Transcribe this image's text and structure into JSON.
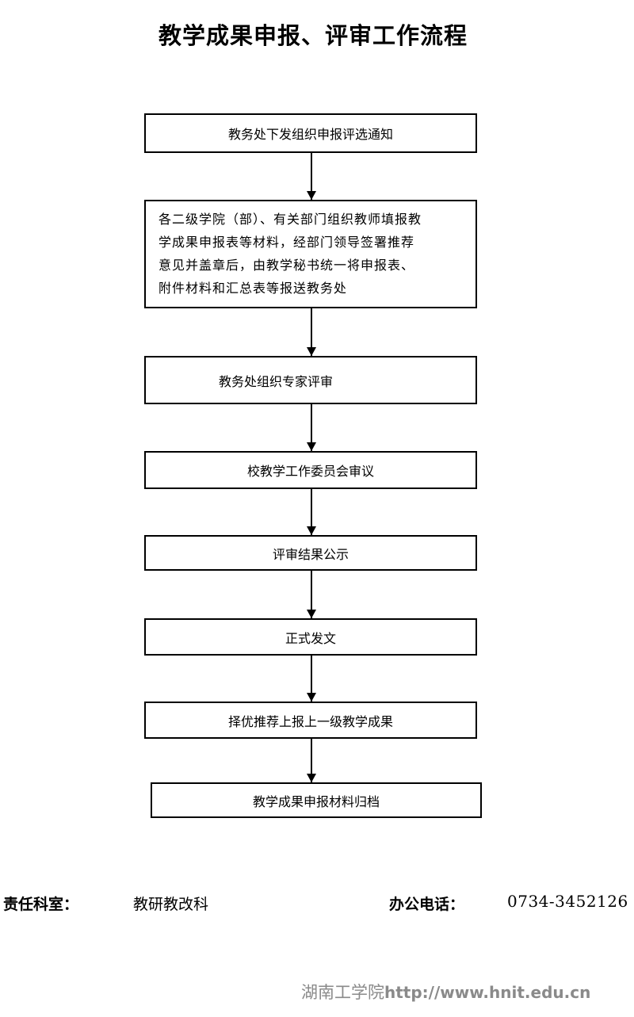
{
  "title": "教学成果申报、评审工作流程",
  "steps": [
    {
      "text": "教务处下发组织申报评选通知"
    },
    {
      "lines": [
        "各二级学院（部）、有关部门组织教师填报教",
        "学成果申报表等材料，经部门领导签署推荐",
        "意见并盖章后，由教学秘书统一将申报表、",
        "附件材料和汇总表等报送教务处"
      ]
    },
    {
      "text": "教务处组织专家评审"
    },
    {
      "text": "校教学工作委员会审议"
    },
    {
      "text": "评审结果公示"
    },
    {
      "text": "正式发文"
    },
    {
      "text": "择优推荐上报上一级教学成果"
    },
    {
      "text": "教学成果申报材料归档"
    }
  ],
  "footer": {
    "office_label": "责任科室：",
    "office_value": "教研教改科",
    "phone_label": "办公电话：",
    "phone_value": "0734-3452126"
  },
  "watermark": {
    "name": "湖南工学院",
    "url": "http://www.hnit.edu.cn"
  }
}
